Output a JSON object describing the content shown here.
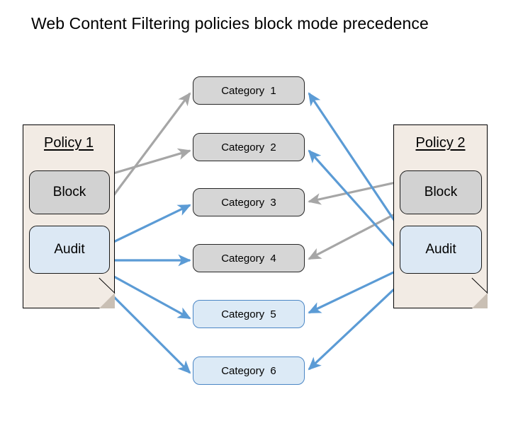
{
  "title": "Web Content Filtering policies block mode precedence",
  "colors": {
    "policy_background": "#f2ebe4",
    "block_fill": "#d2d2d2",
    "audit_fill": "#dce8f4",
    "category_block_fill": "#d6d6d6",
    "category_audit_fill": "#dceaf6",
    "block_arrow": "#a6a6a6",
    "audit_arrow": "#5b9bd5",
    "outline": "#000000"
  },
  "policies": [
    {
      "id": "policy-1",
      "title": "Policy 1",
      "modes": [
        {
          "id": "block",
          "label": "Block"
        },
        {
          "id": "audit",
          "label": "Audit"
        }
      ]
    },
    {
      "id": "policy-2",
      "title": "Policy 2",
      "modes": [
        {
          "id": "block",
          "label": "Block"
        },
        {
          "id": "audit",
          "label": "Audit"
        }
      ]
    }
  ],
  "categories": [
    {
      "id": "category-1",
      "label": "Category  1",
      "effective_mode": "block"
    },
    {
      "id": "category-2",
      "label": "Category  2",
      "effective_mode": "block"
    },
    {
      "id": "category-3",
      "label": "Category  3",
      "effective_mode": "block"
    },
    {
      "id": "category-4",
      "label": "Category  4",
      "effective_mode": "block"
    },
    {
      "id": "category-5",
      "label": "Category  5",
      "effective_mode": "audit"
    },
    {
      "id": "category-6",
      "label": "Category  6",
      "effective_mode": "audit"
    }
  ],
  "connections": [
    {
      "from": "policy-1.block",
      "to": "category-1",
      "mode": "block"
    },
    {
      "from": "policy-1.block",
      "to": "category-2",
      "mode": "block"
    },
    {
      "from": "policy-1.audit",
      "to": "category-3",
      "mode": "audit"
    },
    {
      "from": "policy-1.audit",
      "to": "category-4",
      "mode": "audit"
    },
    {
      "from": "policy-1.audit",
      "to": "category-5",
      "mode": "audit"
    },
    {
      "from": "policy-1.audit",
      "to": "category-6",
      "mode": "audit"
    },
    {
      "from": "policy-2.block",
      "to": "category-3",
      "mode": "block"
    },
    {
      "from": "policy-2.block",
      "to": "category-4",
      "mode": "block"
    },
    {
      "from": "policy-2.audit",
      "to": "category-1",
      "mode": "audit"
    },
    {
      "from": "policy-2.audit",
      "to": "category-2",
      "mode": "audit"
    },
    {
      "from": "policy-2.audit",
      "to": "category-5",
      "mode": "audit"
    },
    {
      "from": "policy-2.audit",
      "to": "category-6",
      "mode": "audit"
    }
  ]
}
